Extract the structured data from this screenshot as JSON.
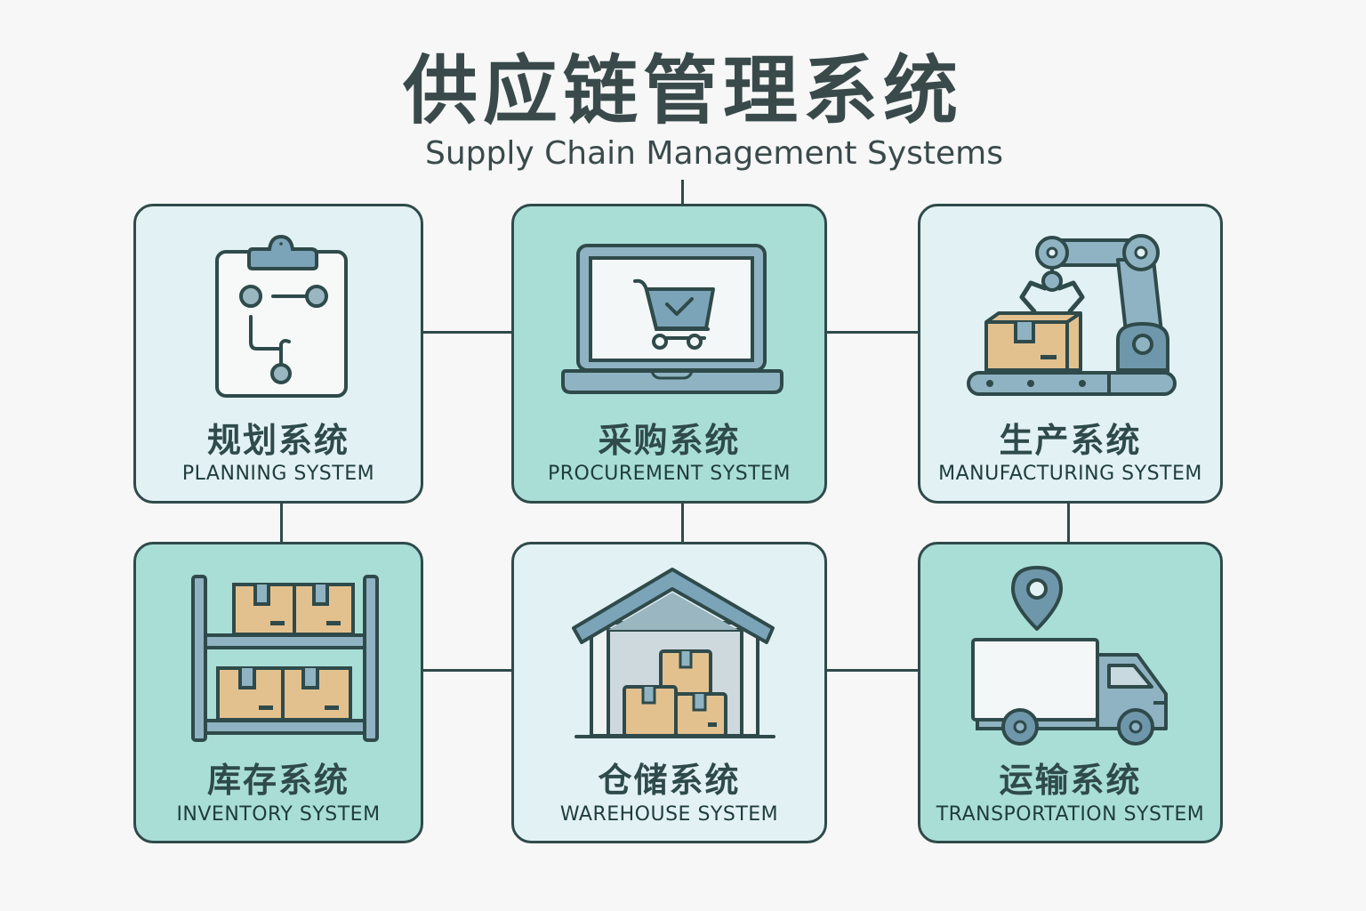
{
  "header": {
    "title_cn": "供应链管理系统",
    "title_en": "Supply Chain Management Systems"
  },
  "colors": {
    "stroke": "#2f4a4a",
    "card_light": "#e2f1f3",
    "card_teal": "#a9ded7",
    "icon_blue": "#7ba4b8",
    "box_tan": "#e3c18f",
    "background": "#f6f7f6"
  },
  "systems": [
    {
      "id": "planning",
      "label_cn": "规划系统",
      "label_en": "PLANNING SYSTEM",
      "icon": "clipboard-flowchart-icon",
      "style": "light"
    },
    {
      "id": "procurement",
      "label_cn": "采购系统",
      "label_en": "PROCUREMENT SYSTEM",
      "icon": "laptop-cart-icon",
      "style": "teal"
    },
    {
      "id": "manufacturing",
      "label_cn": "生产系统",
      "label_en": "MANUFACTURING SYSTEM",
      "icon": "robot-arm-conveyor-icon",
      "style": "light"
    },
    {
      "id": "inventory",
      "label_cn": "库存系统",
      "label_en": "INVENTORY SYSTEM",
      "icon": "shelf-boxes-icon",
      "style": "teal"
    },
    {
      "id": "warehouse",
      "label_cn": "仓储系统",
      "label_en": "WAREHOUSE SYSTEM",
      "icon": "warehouse-icon",
      "style": "light"
    },
    {
      "id": "transportation",
      "label_cn": "运输系统",
      "label_en": "TRANSPORTATION SYSTEM",
      "icon": "truck-location-icon",
      "style": "teal"
    }
  ],
  "connections": [
    [
      "title",
      "procurement"
    ],
    [
      "planning",
      "procurement"
    ],
    [
      "procurement",
      "manufacturing"
    ],
    [
      "planning",
      "inventory"
    ],
    [
      "procurement",
      "warehouse"
    ],
    [
      "manufacturing",
      "transportation"
    ],
    [
      "inventory",
      "warehouse"
    ],
    [
      "warehouse",
      "transportation"
    ]
  ]
}
